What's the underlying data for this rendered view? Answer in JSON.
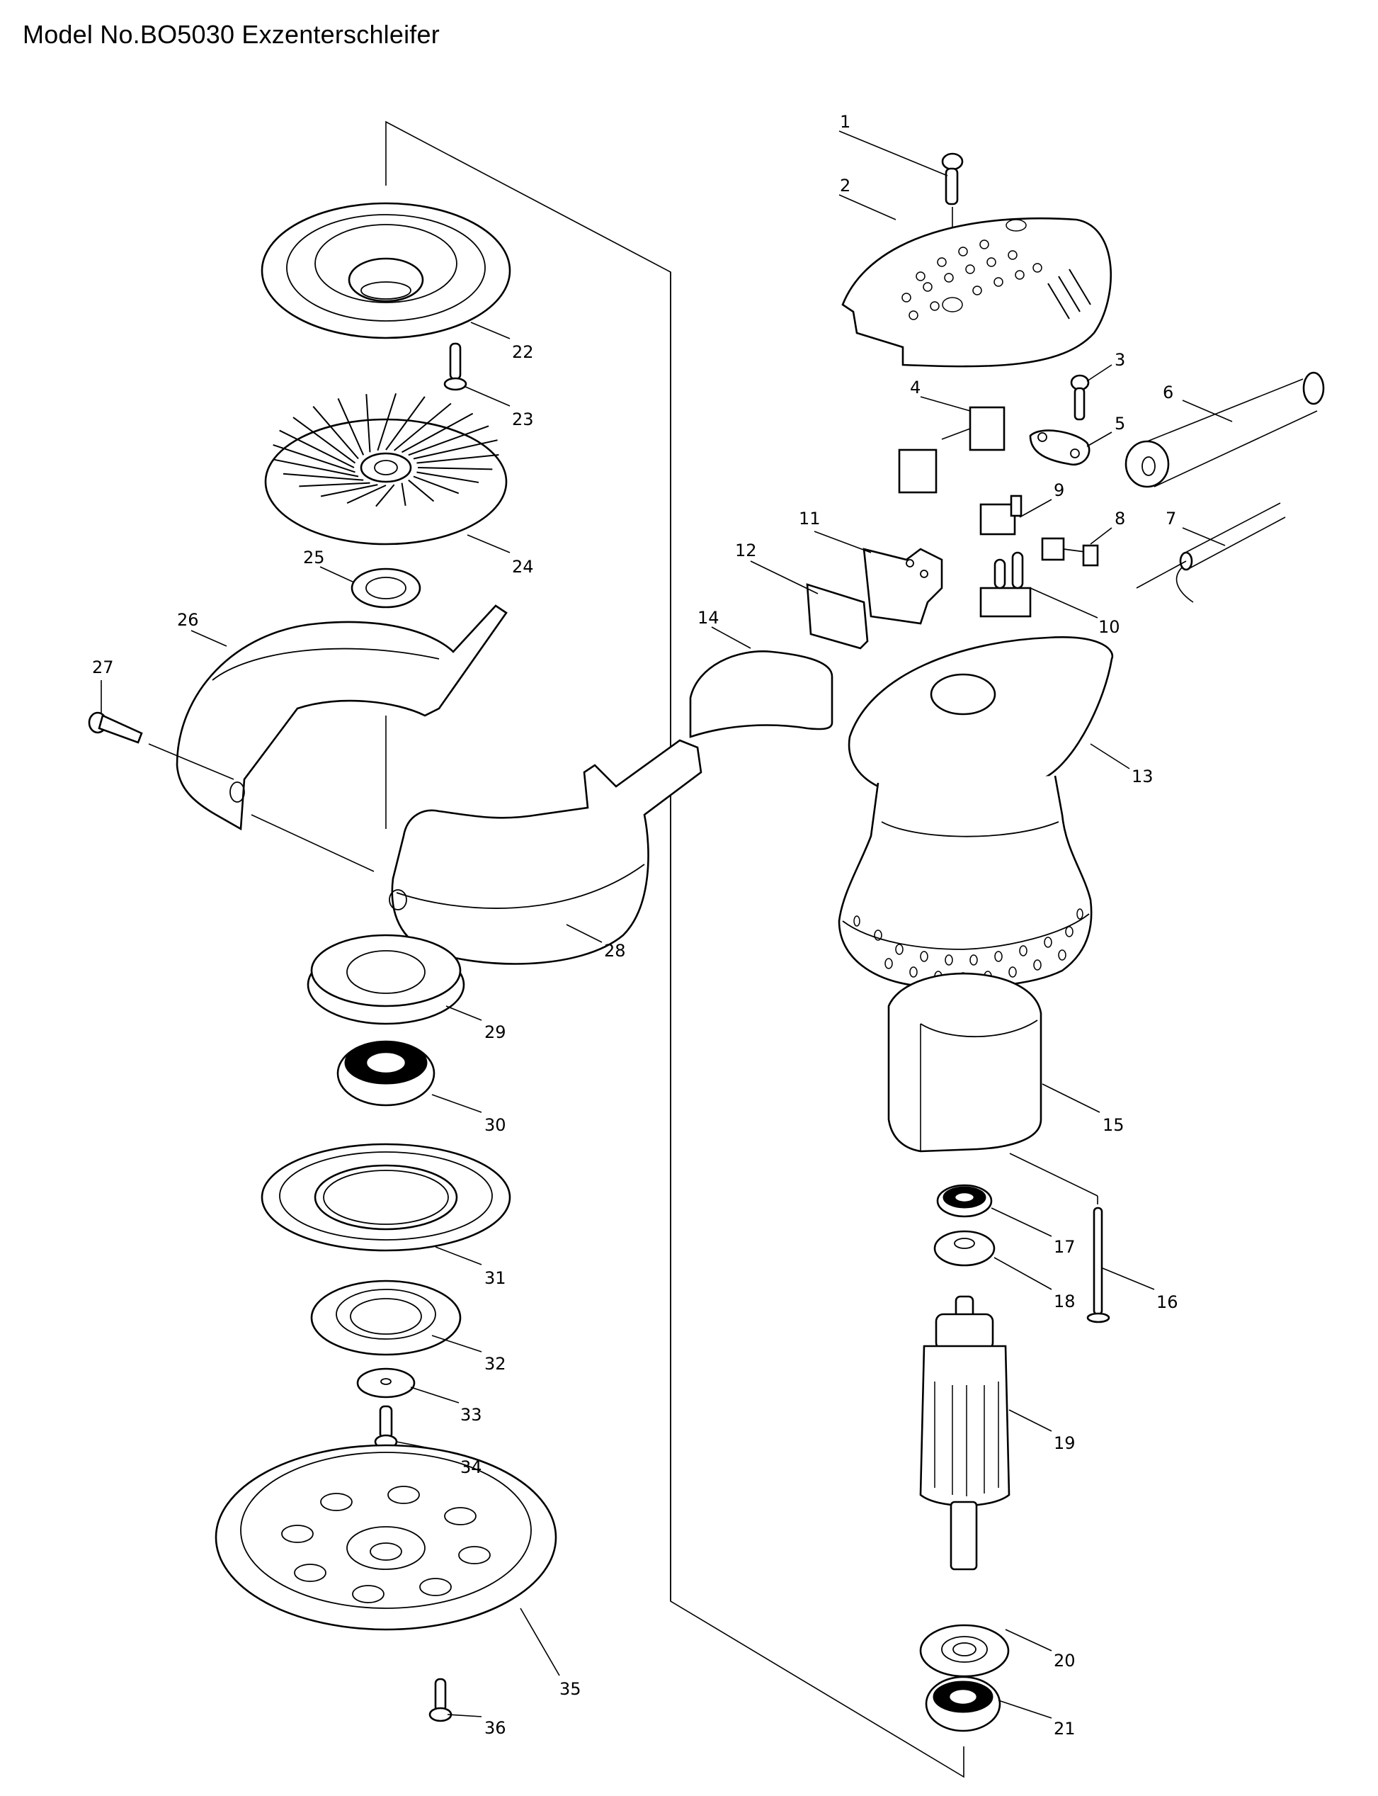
{
  "title": "Model No.BO5030 Exzenterschleifer",
  "parts": [
    {
      "no": "1"
    },
    {
      "no": "2"
    },
    {
      "no": "3"
    },
    {
      "no": "4"
    },
    {
      "no": "5"
    },
    {
      "no": "6"
    },
    {
      "no": "7"
    },
    {
      "no": "8"
    },
    {
      "no": "9"
    },
    {
      "no": "10"
    },
    {
      "no": "11"
    },
    {
      "no": "12"
    },
    {
      "no": "13"
    },
    {
      "no": "14"
    },
    {
      "no": "15"
    },
    {
      "no": "16"
    },
    {
      "no": "17"
    },
    {
      "no": "18"
    },
    {
      "no": "19"
    },
    {
      "no": "20"
    },
    {
      "no": "21"
    },
    {
      "no": "22"
    },
    {
      "no": "23"
    },
    {
      "no": "24"
    },
    {
      "no": "25"
    },
    {
      "no": "26"
    },
    {
      "no": "27"
    },
    {
      "no": "28"
    },
    {
      "no": "29"
    },
    {
      "no": "30"
    },
    {
      "no": "31"
    },
    {
      "no": "32"
    },
    {
      "no": "33"
    },
    {
      "no": "34"
    },
    {
      "no": "35"
    },
    {
      "no": "36"
    }
  ]
}
